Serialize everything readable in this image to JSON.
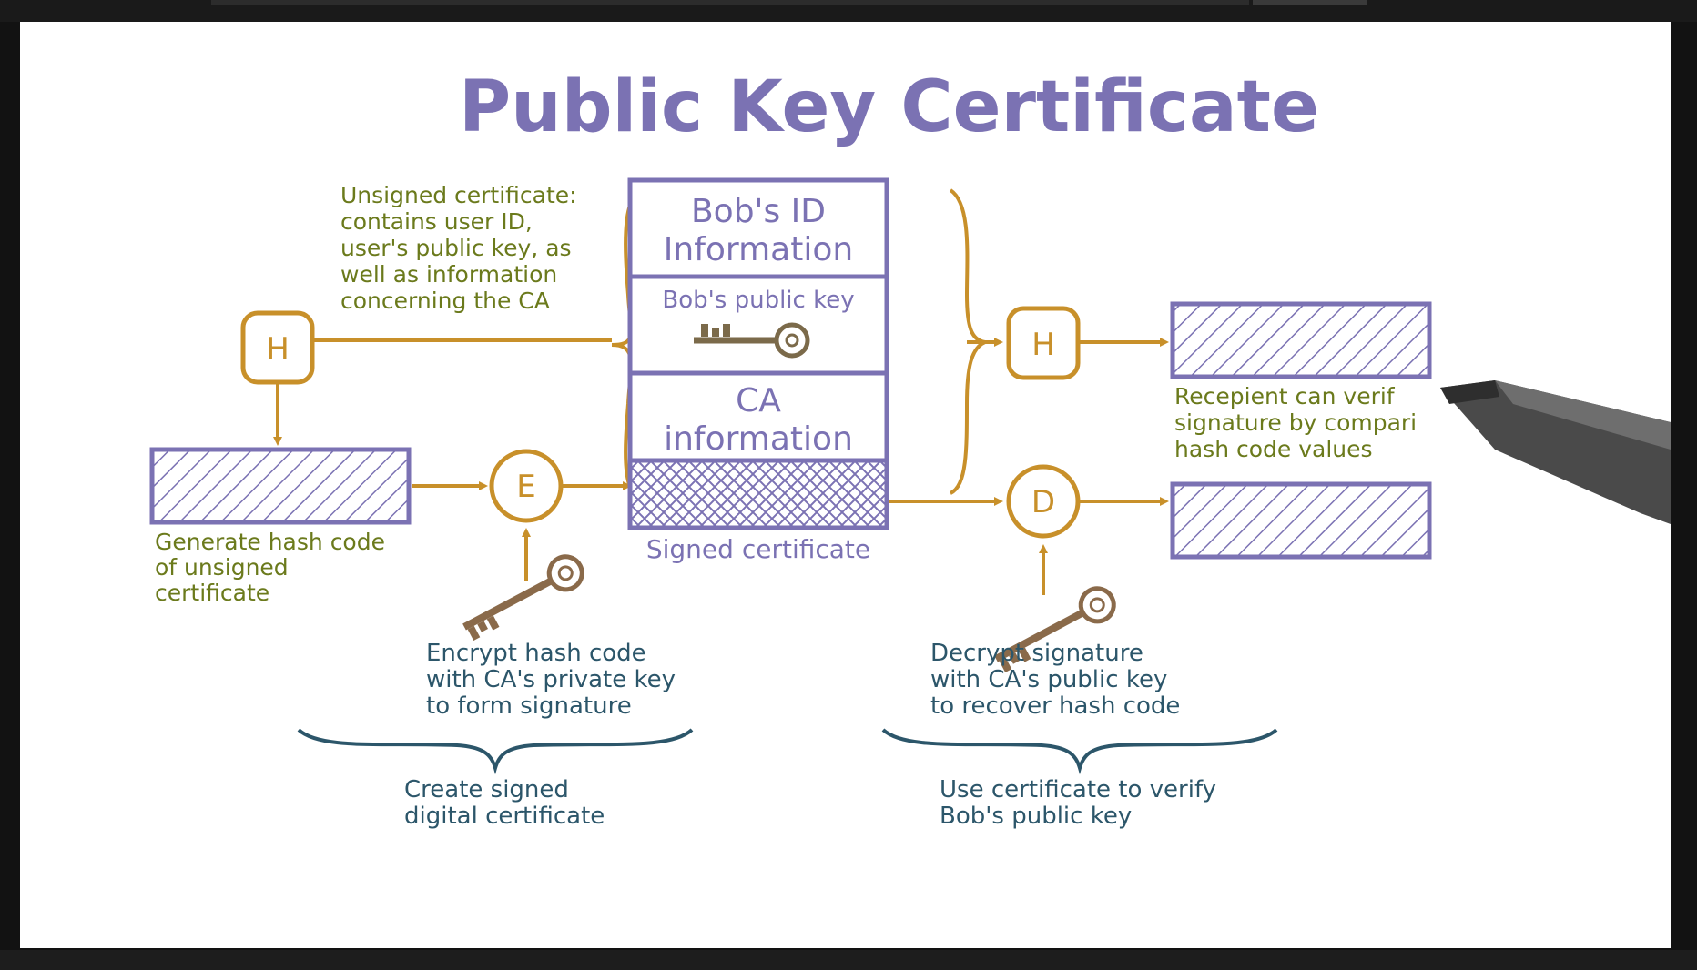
{
  "title": "Public Key Certificate",
  "unsigned_note": [
    "Unsigned certificate:",
    "contains user ID,",
    "user's public key, as",
    "well as information",
    "concerning the CA"
  ],
  "certificate": {
    "id_line1": "Bob's ID",
    "id_line2": "Information",
    "public_key": "Bob's public key",
    "ca_line1": "CA",
    "ca_line2": "information",
    "signed_label": "Signed certificate"
  },
  "nodes": {
    "hash_left": "H",
    "encrypt": "E",
    "hash_right": "H",
    "decrypt": "D"
  },
  "generate_note": [
    "Generate hash code",
    "of unsigned",
    "certificate"
  ],
  "encrypt_note": [
    "Encrypt hash code",
    "with CA's private key",
    "to form signature"
  ],
  "decrypt_note": [
    "Decrypt signature",
    "with CA's public key",
    "to recover hash code"
  ],
  "recipient_note": [
    "Recepient can verif",
    "signature by compari",
    "hash code values"
  ],
  "create_group": [
    "Create signed",
    "digital certificate"
  ],
  "verify_group": [
    "Use certificate to verify",
    "Bob's public key"
  ],
  "colors": {
    "purple": "#7b72b3",
    "orange": "#c8902a",
    "green": "#6b7a1c",
    "teal": "#2c566a"
  }
}
